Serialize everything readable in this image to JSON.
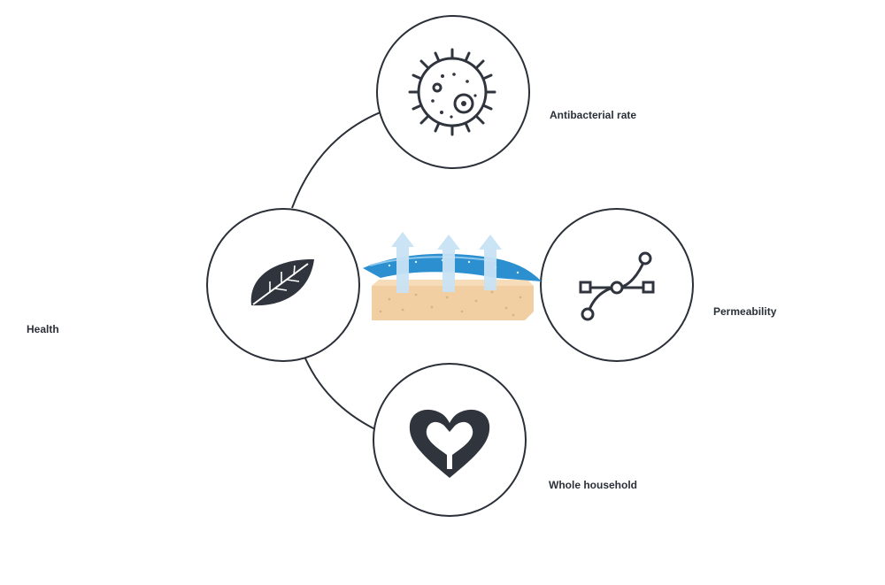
{
  "labels": {
    "antibacterial": "Antibacterial rate",
    "permeability": "Permeability",
    "health": "Health",
    "household": "Whole household"
  },
  "icons": {
    "antibacterial": "bacteria-icon",
    "permeability": "bezier-path-icon",
    "health": "leaf-icon",
    "household": "heart-icon",
    "center": "breathable-fabric-illustration"
  },
  "colors": {
    "stroke": "#2a2f38",
    "icon_fill": "#2f343d",
    "fabric_blue": "#2b8fd0",
    "arrow_blue": "#c9e3f5",
    "foam_tan": "#f2cfa2"
  }
}
